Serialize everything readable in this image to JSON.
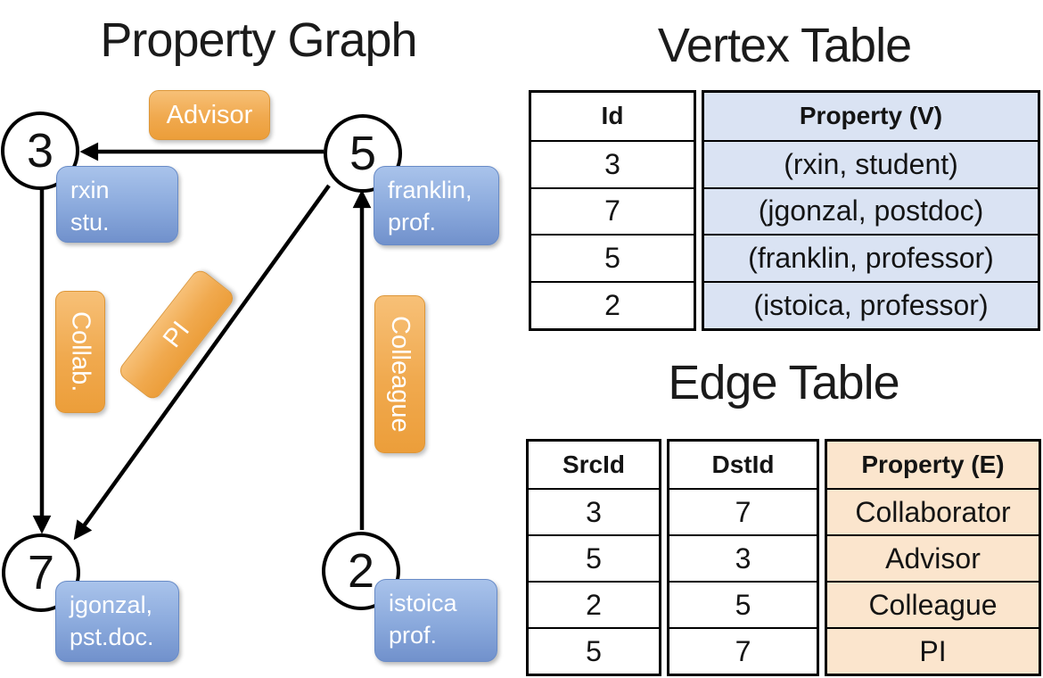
{
  "graph": {
    "title": "Property Graph",
    "nodes": [
      {
        "id": "3",
        "property": [
          "rxin",
          "stu."
        ]
      },
      {
        "id": "5",
        "property": [
          "franklin,",
          "prof."
        ]
      },
      {
        "id": "7",
        "property": [
          "jgonzal,",
          "pst.doc."
        ]
      },
      {
        "id": "2",
        "property": [
          "istoica",
          "prof."
        ]
      }
    ],
    "edges": [
      {
        "label": "Advisor",
        "src": "5",
        "dst": "3"
      },
      {
        "label": "Collab.",
        "src": "3",
        "dst": "7"
      },
      {
        "label": "PI",
        "src": "5",
        "dst": "7"
      },
      {
        "label": "Colleague",
        "src": "2",
        "dst": "5"
      }
    ]
  },
  "vertex_table": {
    "title": "Vertex Table",
    "headers": {
      "id": "Id",
      "property": "Property (V)"
    },
    "rows": [
      {
        "id": "3",
        "property": "(rxin, student)"
      },
      {
        "id": "7",
        "property": "(jgonzal, postdoc)"
      },
      {
        "id": "5",
        "property": "(franklin, professor)"
      },
      {
        "id": "2",
        "property": "(istoica, professor)"
      }
    ]
  },
  "edge_table": {
    "title": "Edge Table",
    "headers": {
      "src": "SrcId",
      "dst": "DstId",
      "property": "Property (E)"
    },
    "rows": [
      {
        "src": "3",
        "dst": "7",
        "property": "Collaborator"
      },
      {
        "src": "5",
        "dst": "3",
        "property": "Advisor"
      },
      {
        "src": "2",
        "dst": "5",
        "property": "Colleague"
      },
      {
        "src": "5",
        "dst": "7",
        "property": "PI"
      }
    ]
  },
  "colors": {
    "vertex_fill_top": "#a9c3eb",
    "vertex_fill_bottom": "#7191cc",
    "edge_fill_top": "#f7c077",
    "edge_fill_bottom": "#ec9e3a",
    "vertex_table_fill": "#dae3f3",
    "edge_table_fill": "#fbe5cd",
    "line_color": "#000000",
    "box_text": "#ffffff"
  }
}
